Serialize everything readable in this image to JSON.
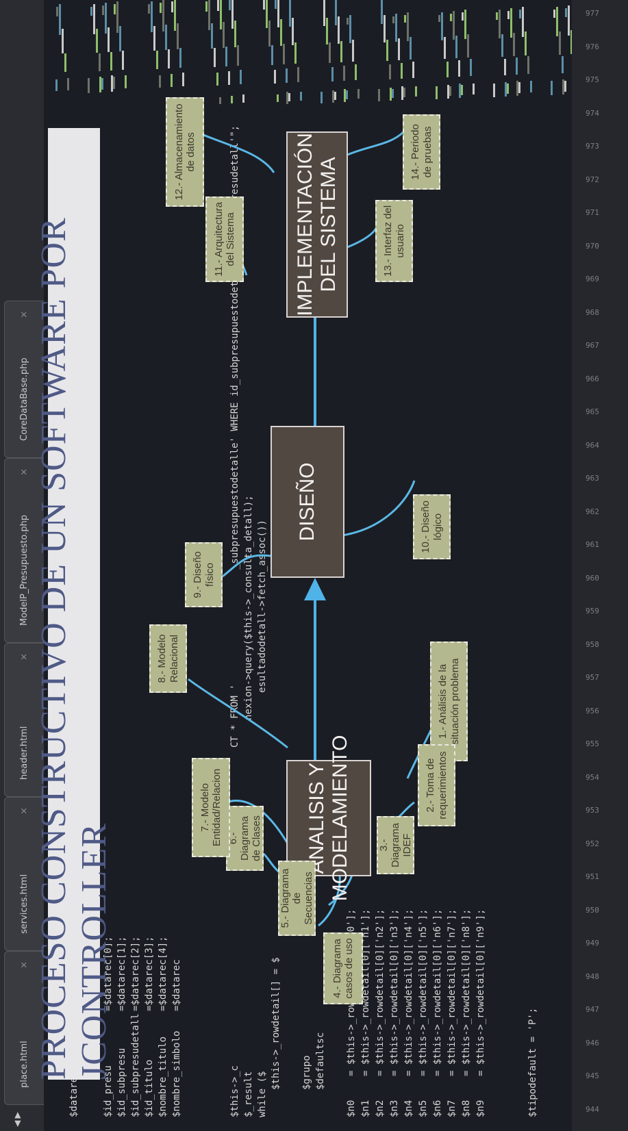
{
  "tabs": [
    {
      "label": "place.html",
      "close": "×"
    },
    {
      "label": "services.html",
      "close": "×"
    },
    {
      "label": "header.html",
      "close": "×"
    },
    {
      "label": "ModelP_Presupuesto.php",
      "close": "×"
    },
    {
      "label": "CoreDataBase.php",
      "close": "×"
    }
  ],
  "line_numbers": [
    "944",
    "945",
    "946",
    "947",
    "948",
    "949",
    "950",
    "951",
    "952",
    "953",
    "954",
    "955",
    "956",
    "957",
    "958",
    "959",
    "960",
    "961",
    "962",
    "963",
    "964",
    "965",
    "966",
    "967",
    "968",
    "969",
    "970",
    "971",
    "972",
    "973",
    "974",
    "975",
    "976",
    "977"
  ],
  "code": {
    "l1": "$datarec=ex",
    "vars": [
      "$id_presu",
      "$id_subpresu",
      "$id_subpresudetall",
      "$id_titulo",
      "$nombre_titulo",
      "$nombre_simbolo"
    ],
    "vals": [
      "=$datarec[0];",
      "=$datarec[1];",
      "=$datarec[2];",
      "=$datarec[3];",
      "=$datarec[4];",
      "=$datarec"
    ],
    "q1a": "$this->_c",
    "q1b": "CT * FROM '",
    "q1c": "_subpresupuestodetalle' WHERE id_subpresupuestodetalle='$id_subpresudetall'\";",
    "q2a": "$_result",
    "q2b": "nexion->query($this->_consulta_detall);",
    "q3a": "while ($",
    "q3b": "esultadodetall->fetch_assoc())",
    "q4": "$this->_rowdetail[] = $",
    "grp": "$grupo",
    "def": "$defaultsc",
    "n_vars": [
      "$n0",
      "$n1",
      "$n2",
      "$n3",
      "$n4",
      "$n5",
      "$n6",
      "$n7",
      "$n8",
      "$n9"
    ],
    "n_vals": [
      "= $this->_rowdetail[0]['n0'];",
      "= $this->_rowdetail[0]['n1'];",
      "= $this->_rowdetail[0]['n2'];",
      "= $this->_rowdetail[0]['n3'];",
      "= $this->_rowdetail[0]['n4'];",
      "= $this->_rowdetail[0]['n5'];",
      "= $this->_rowdetail[0]['n6'];",
      "= $this->_rowdetail[0]['n7'];",
      "= $this->_rowdetail[0]['n8'];",
      "= $this->_rowdetail[0]['n9'];"
    ],
    "tipo": "$tipodefault = 'P';"
  },
  "title": "PROCESO CONSTRUCTIVO DE UN SOFTWARE POR JCONTROLLER",
  "main_boxes": {
    "analisis": "ANALISIS Y MODELAMIENTO",
    "diseno": "DISEÑO",
    "implementacion": "IMPLEMENTACIÓN DEL SISTEMA"
  },
  "notes": {
    "n1": "1.- Análisis de la situación problema",
    "n2": "2.- Toma de requerimientos",
    "n3": "3.- Diagrama IDEF",
    "n4": "4.- Diagrama casos de uso",
    "n5": "5.- Diagrama de Secuencias",
    "n6": "6.- Diagrama de Clases",
    "n7": "7.- Modelo Entidad/Relacion",
    "n8": "8.- Modelo Relacional",
    "n9": "9.- Diseño físico",
    "n10": "10.- Diseño lógico",
    "n11": "11.- Arquitectura del Sistema",
    "n12": "12.- Almacenamiento de datos",
    "n13": "13.- Interfaz del usuario",
    "n14": "14.- Periodo de pruebas"
  },
  "colors": {
    "background": "#1b1d24",
    "box_fill": "#514842",
    "note_fill": "#b4b88e",
    "connector": "#5ab8e6",
    "arrow": "#4fb3e8",
    "title_text": "#4f5a86"
  }
}
